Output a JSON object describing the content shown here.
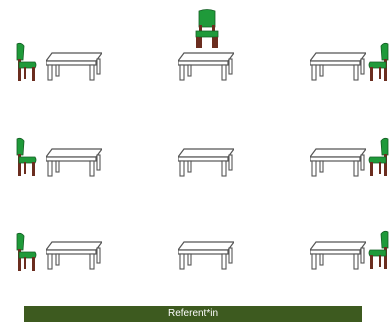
{
  "banner": {
    "label": "Referent*in"
  },
  "colors": {
    "chair_green": "#1f9a3a",
    "chair_wood": "#6b2d1f",
    "table_stroke": "#555555",
    "banner_bg": "#3d5a1f"
  },
  "layout": {
    "rows": 3,
    "columns": 3,
    "grid": [
      [
        "chair-left",
        "chair-top",
        "chair-right"
      ],
      [
        "chair-left",
        "none",
        "chair-right"
      ],
      [
        "chair-left",
        "none",
        "chair-right"
      ]
    ]
  }
}
